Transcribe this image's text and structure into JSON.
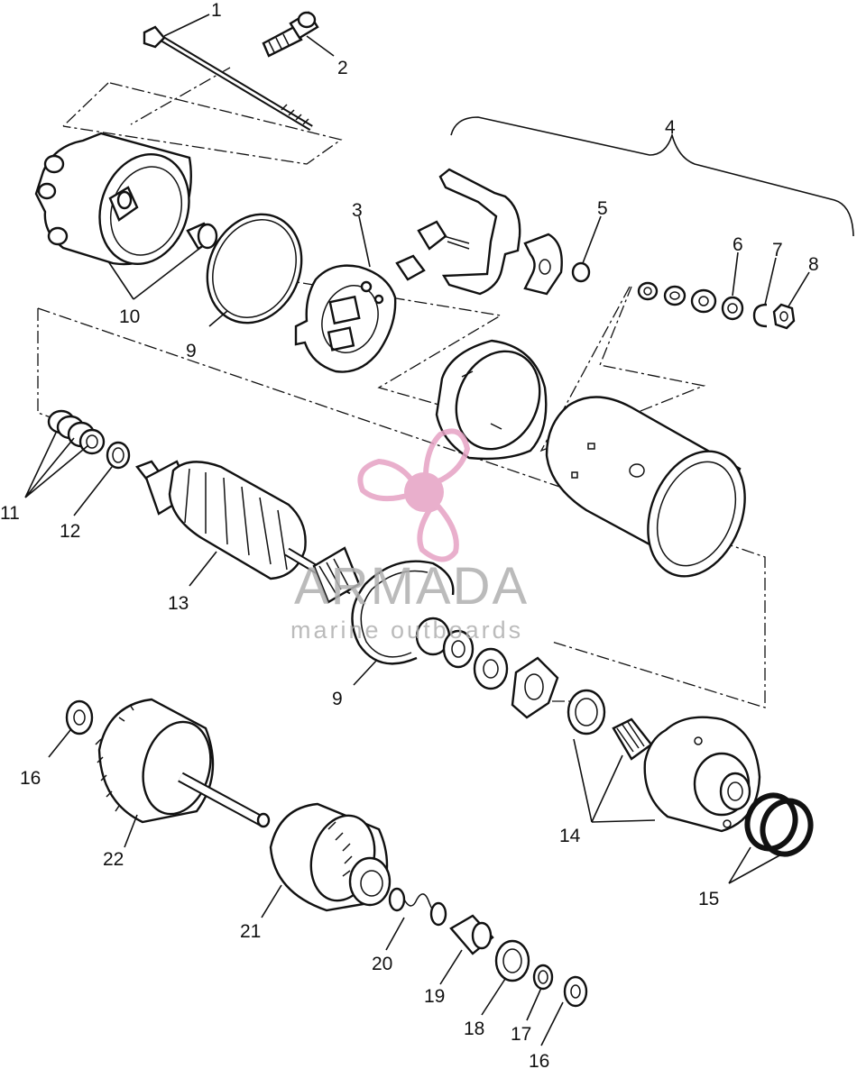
{
  "callouts": {
    "c1": "1",
    "c2": "2",
    "c3": "3",
    "c4": "4",
    "c5": "5",
    "c6": "6",
    "c7": "7",
    "c8": "8",
    "c9a": "9",
    "c9b": "9",
    "c10": "10",
    "c11": "11",
    "c12": "12",
    "c13": "13",
    "c14": "14",
    "c15": "15",
    "c16a": "16",
    "c16b": "16",
    "c17": "17",
    "c18": "18",
    "c19": "19",
    "c20": "20",
    "c21": "21",
    "c22": "22"
  },
  "watermark": {
    "brand": "ARMADA",
    "tagline": "marine outboards",
    "color": "#e6a2c4",
    "text_color": "#b0b0b0"
  },
  "colors": {
    "line": "#111111",
    "background": "#ffffff"
  }
}
